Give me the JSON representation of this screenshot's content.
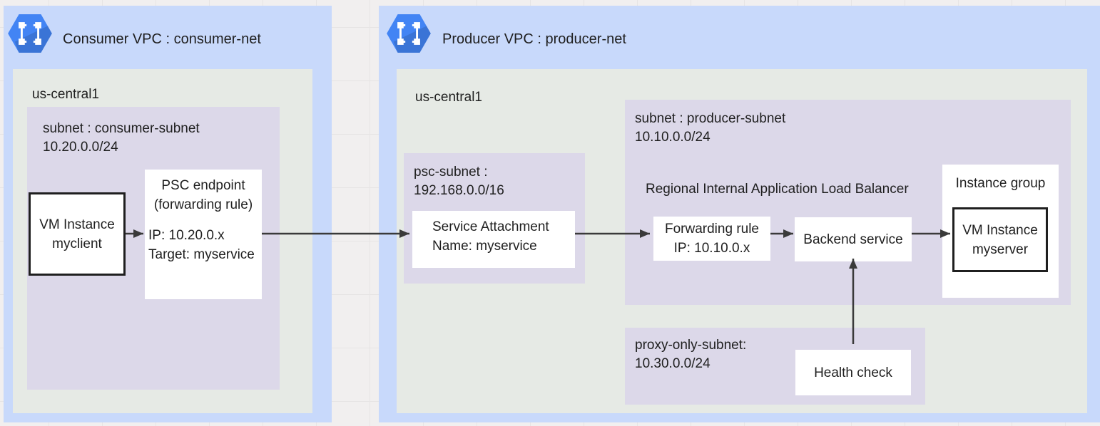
{
  "appearance": {
    "vpc_fill": "#c8d9fb",
    "region_fill": "#e6eae5",
    "subnet_fill": "#dcd8e9",
    "node_fill": "#ffffff",
    "node_border": "#1f1f1f",
    "arrow_color": "#3a3a3a",
    "text_color": "#1f1f1f",
    "vpc_icon_blue": "#4284f4",
    "canvas_bg": "#f1efef"
  },
  "consumer_vpc": {
    "icon": "vpc-hexagon-network-icon",
    "title": "Consumer VPC : consumer-net",
    "region_label": "us-central1",
    "subnet": {
      "line1": "subnet : consumer-subnet",
      "line2": "10.20.0.0/24"
    },
    "vm_instance": {
      "line1": "VM Instance",
      "line2": "myclient"
    },
    "psc_endpoint": {
      "title": "PSC endpoint (forwarding rule)",
      "ip": "IP: 10.20.0.x",
      "target": "Target: myservice"
    }
  },
  "producer_vpc": {
    "icon": "vpc-hexagon-network-icon",
    "title": "Producer VPC : producer-net",
    "region_label": "us-central1",
    "psc_subnet": {
      "line1": "psc-subnet :",
      "line2": "192.168.0.0/16"
    },
    "service_attachment": {
      "line1": "Service Attachment",
      "line2": "Name: myservice"
    },
    "producer_subnet": {
      "line1": "subnet : producer-subnet",
      "line2": "10.10.0.0/24"
    },
    "load_balancer_label": "Regional Internal Application Load Balancer",
    "forwarding_rule": {
      "line1": "Forwarding rule",
      "line2": "IP: 10.10.0.x"
    },
    "backend_service_label": "Backend service",
    "instance_group": {
      "title": "Instance group",
      "vm_line1": "VM Instance",
      "vm_line2": "myserver"
    },
    "proxy_subnet": {
      "line1": "proxy-only-subnet:",
      "line2": "10.30.0.0/24"
    },
    "health_check_label": "Health check"
  }
}
